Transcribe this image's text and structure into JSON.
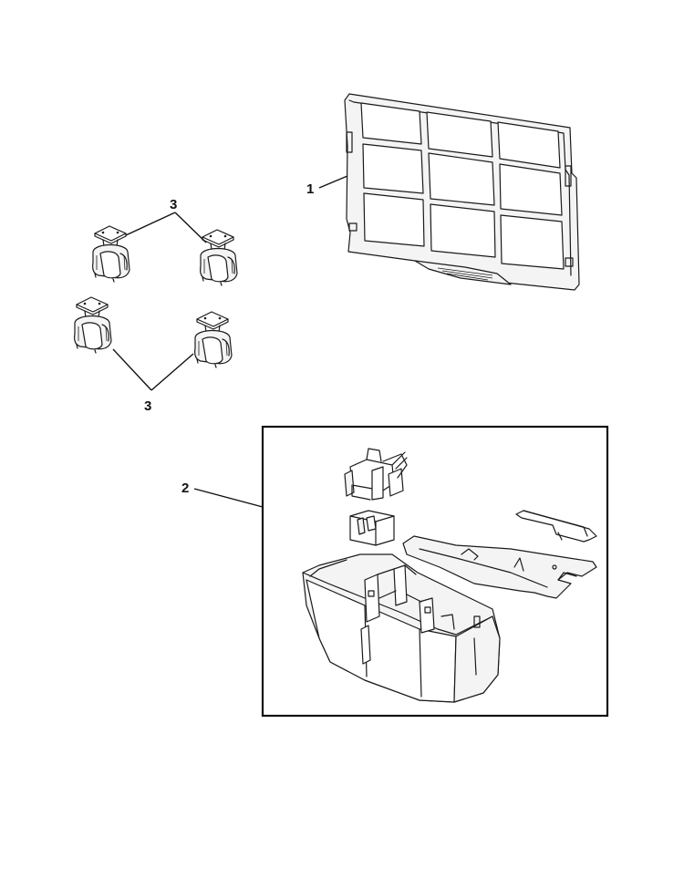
{
  "diagram": {
    "callouts": [
      {
        "id": "filter",
        "label": "1"
      },
      {
        "id": "tank-assembly",
        "label": "2"
      },
      {
        "id": "casters-top",
        "label": "3"
      },
      {
        "id": "casters-bottom",
        "label": "3"
      }
    ],
    "colors": {
      "line": "#1a1a1a",
      "fill": "#f4f4f4",
      "background": "#ffffff"
    }
  }
}
